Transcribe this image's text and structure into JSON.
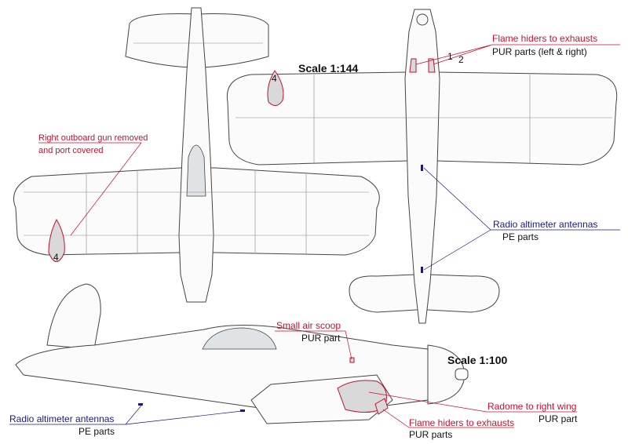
{
  "labels": {
    "scale_top": "Scale 1:144",
    "scale_side": "Scale 1:100",
    "flame_hiders_top": "Flame hiders to exhausts",
    "flame_hiders_top_sub": "PUR parts (left & right)",
    "callout_1": "1",
    "callout_2": "2",
    "part_4_a": "4",
    "part_4_b": "4",
    "gun_removed_1": "Right outboard gun removed",
    "gun_removed_2": "and port covered",
    "radio_alt_right": "Radio altimeter antennas",
    "radio_alt_right_sub": "PE parts",
    "air_scoop": "Small air scoop",
    "air_scoop_sub": "PUR part",
    "radome": "Radome to right wing",
    "radome_sub": "PUR part",
    "flame_hiders_side": "Flame hiders to exhausts",
    "flame_hiders_side_sub": "PUR parts",
    "radio_alt_left": "Radio altimeter antennas",
    "radio_alt_left_sub": "PE parts"
  },
  "colors": {
    "highlight": "#c8102e",
    "pe": "#1a1a7a",
    "part_fill": "#d9d9d9"
  }
}
